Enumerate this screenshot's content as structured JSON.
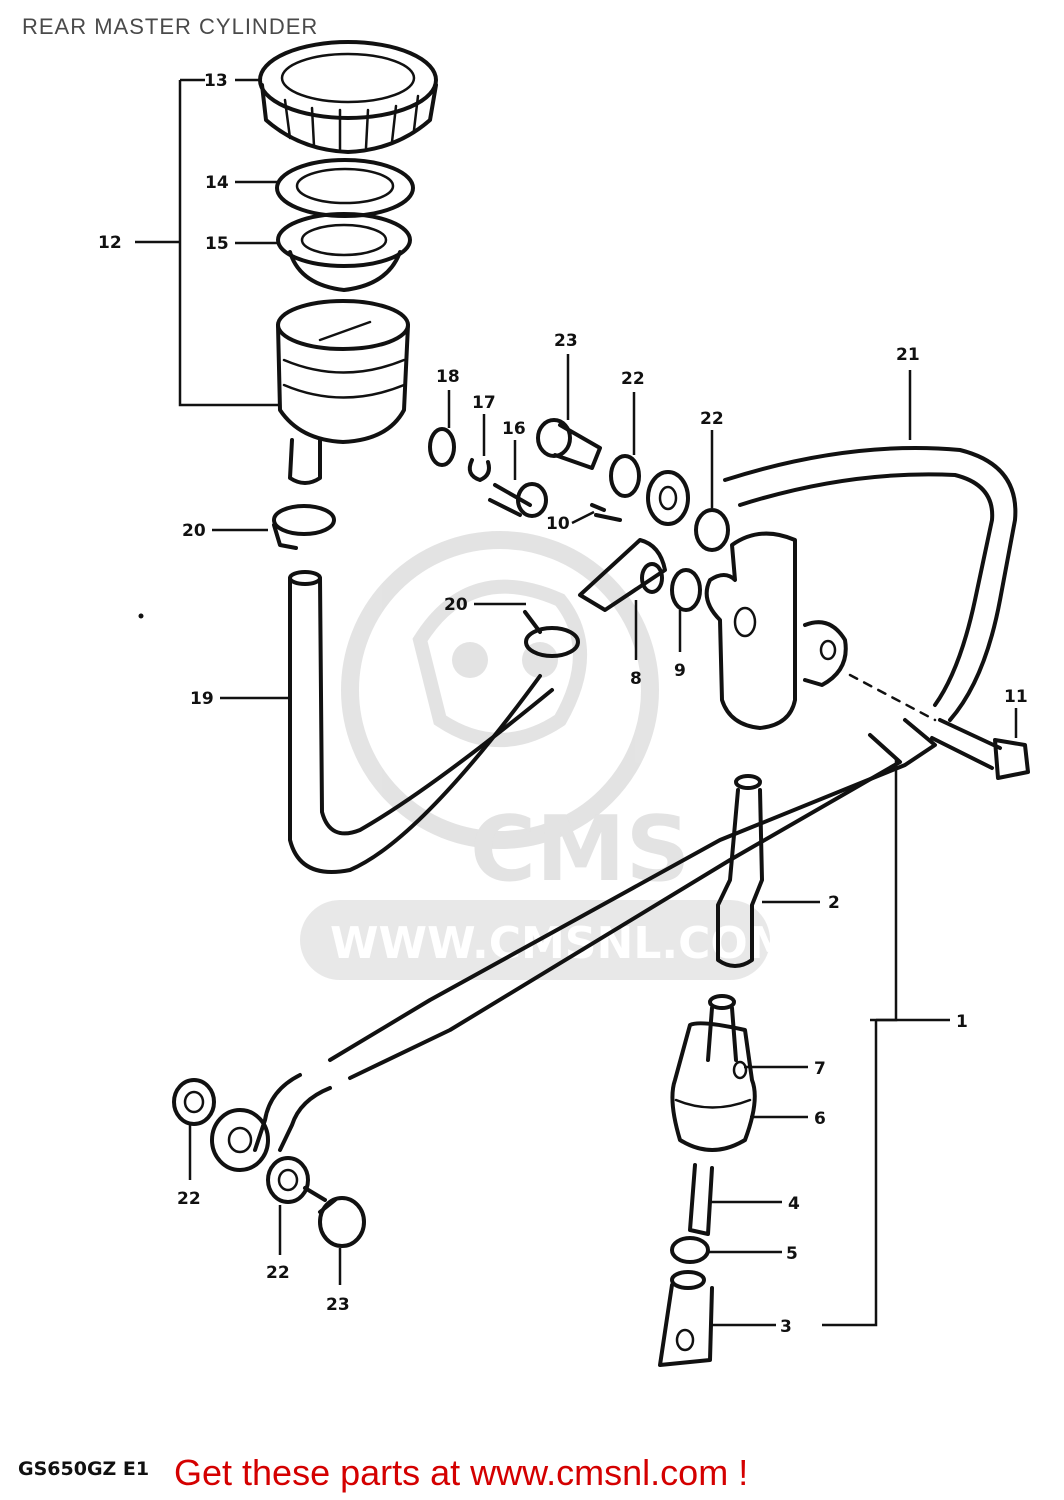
{
  "header": {
    "title": "REAR MASTER CYLINDER"
  },
  "watermark": {
    "brand": "CMS",
    "url": "WWW.CMSNL.COM"
  },
  "footer": {
    "model_code": "GS650GZ E1",
    "cta": "Get these parts at www.cmsnl.com !"
  },
  "callouts": {
    "c13": "13",
    "c14": "14",
    "c15": "15",
    "c12": "12",
    "c23a": "23",
    "c22a": "22",
    "c22b": "22",
    "c21": "21",
    "c18": "18",
    "c17": "17",
    "c16": "16",
    "c10": "10",
    "c20a": "20",
    "c20b": "20",
    "c19": "19",
    "c8": "8",
    "c9": "9",
    "c11": "11",
    "c2": "2",
    "c1": "1",
    "c7": "7",
    "c6": "6",
    "c4": "4",
    "c5": "5",
    "c3": "3",
    "c22c": "22",
    "c22d": "22",
    "c23b": "23"
  }
}
